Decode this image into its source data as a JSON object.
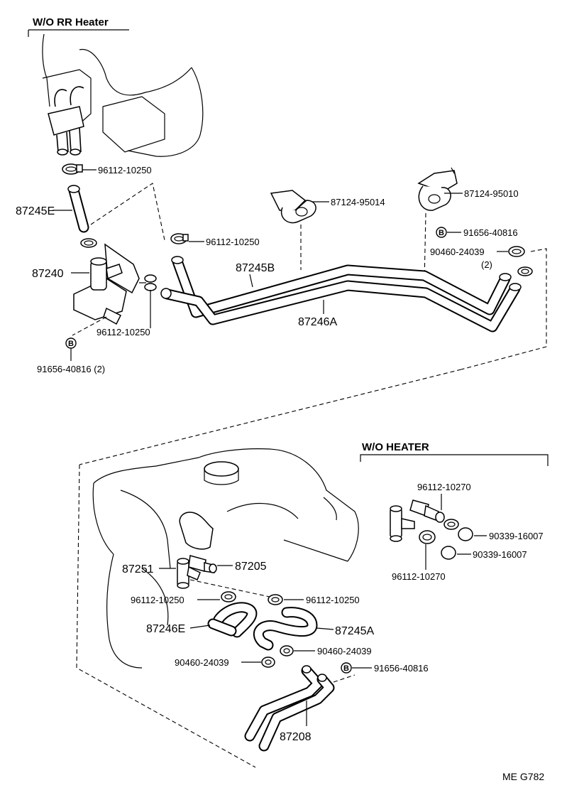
{
  "sections": {
    "top_title": "W/O RR Heater",
    "bottom_title": "W/O HEATER"
  },
  "labels": {
    "clamp_top_1": "96112-10250",
    "hose_87245E": "87245E",
    "clamp_top_2": "96112-10250",
    "valve_87240": "87240",
    "clamp_valve": "96112-10250",
    "bolt_b_left": "B",
    "bolt_left": "91656-40816 (2)",
    "clamp_87124_95014": "87124-95014",
    "clamp_87124_95010": "87124-95010",
    "bolt_b_right": "B",
    "bolt_right": "91656-40816",
    "clip_right": "90460-24039",
    "clip_right_qty": "(2)",
    "pipe_87245B": "87245B",
    "pipe_87246A": "87246A",
    "wo_clamp_1": "96112-10270",
    "wo_cap_1": "90339-16007",
    "wo_cap_2": "90339-16007",
    "wo_clamp_2": "96112-10270",
    "union_87251": "87251",
    "union_87205": "87205",
    "clamp_bl": "96112-10250",
    "clamp_br": "96112-10250",
    "hose_87246E": "87246E",
    "hose_87245A": "87245A",
    "clip_b1": "90460-24039",
    "clip_b2": "90460-24039",
    "bolt_b_bottom": "B",
    "bolt_bottom": "91656-40816",
    "pipe_87208": "87208",
    "page_code": "ME  G782"
  }
}
